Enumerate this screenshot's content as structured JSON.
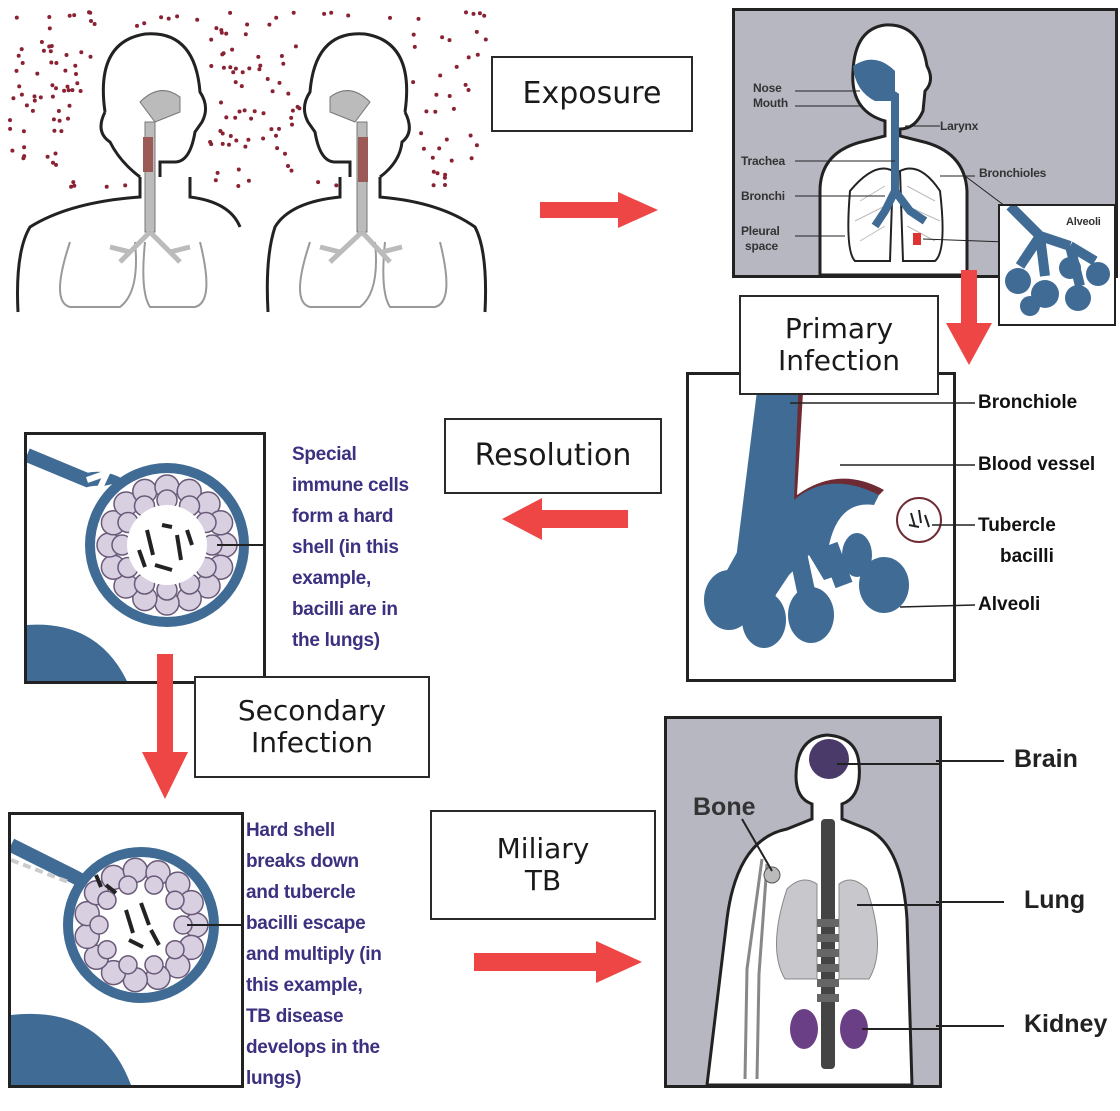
{
  "stages": {
    "exposure": "Exposure",
    "primary_infection": "Primary Infection",
    "resolution": "Resolution",
    "secondary_infection": "Secondary Infection",
    "miliary_tb": "Miliary TB"
  },
  "respiratory_labels": {
    "nose": "Nose",
    "mouth": "Mouth",
    "larynx": "Larynx",
    "trachea": "Trachea",
    "bronchioles": "Bronchioles",
    "bronchi": "Bronchi",
    "pleural_space_1": "Pleural",
    "pleural_space_2": "space",
    "alveoli": "Alveoli"
  },
  "primary_labels": {
    "bronchiole": "Bronchiole",
    "blood_vessel": "Blood vessel",
    "tubercle_1": "Tubercle",
    "tubercle_2": "bacilli",
    "alveoli": "Alveoli"
  },
  "resolution_text": [
    "Special",
    "immune cells",
    "form a hard",
    "shell (in this",
    "example,",
    "bacilli are in",
    "the lungs)"
  ],
  "secondary_text": [
    "Hard shell",
    "breaks down",
    "and tubercle",
    "bacilli escape",
    "and multiply (in",
    "this example,",
    "TB disease",
    "develops in the",
    "lungs)"
  ],
  "miliary_labels": {
    "brain": "Brain",
    "bone": "Bone",
    "lung": "Lung",
    "kidney": "Kidney"
  },
  "colors": {
    "arrow": "#ee4545",
    "airway_blue": "#3f6b95",
    "vessel_maroon": "#6e2b33",
    "particle": "#8a2233",
    "description_text": "#3b3180",
    "panel_gray": "#b7b7c2"
  }
}
